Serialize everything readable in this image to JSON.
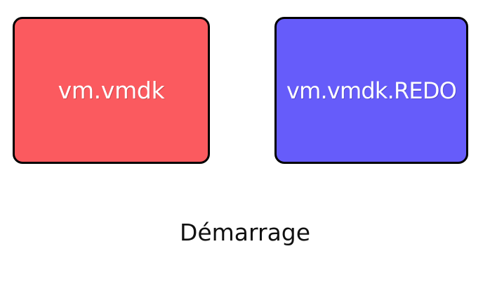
{
  "diagram": {
    "background_color": "#ffffff",
    "caption": "Démarrage",
    "caption_color": "#111111",
    "boxes": [
      {
        "name": "base-disk",
        "label": "vm.vmdk",
        "fill_color": "#FB5A5F",
        "border_color": "#000000",
        "text_color": "#ffffff"
      },
      {
        "name": "redo-disk",
        "label": "vm.vmdk.REDO",
        "fill_color": "#665CFA",
        "border_color": "#000000",
        "text_color": "#ffffff"
      }
    ]
  }
}
